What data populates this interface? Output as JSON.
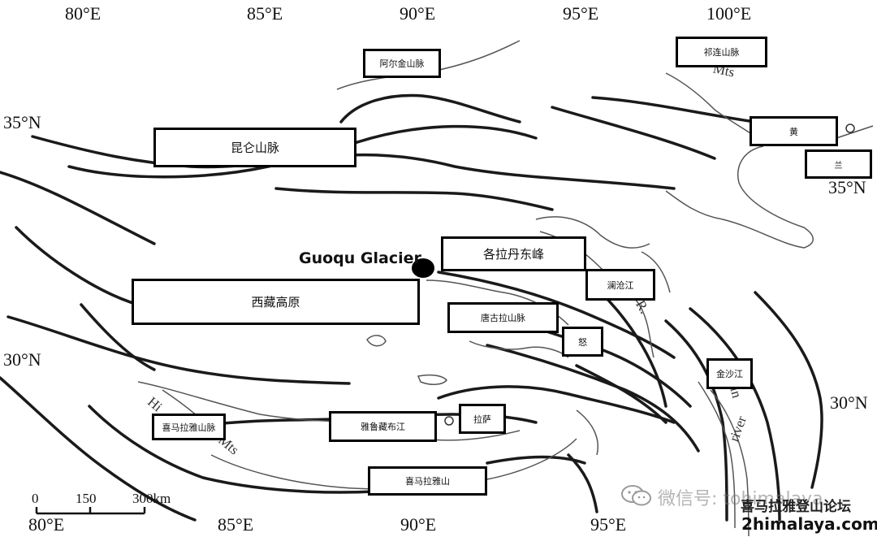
{
  "coordinates": {
    "top": [
      "80°E",
      "85°E",
      "90°E",
      "95°E",
      "100°E"
    ],
    "bottom": [
      "80°E",
      "85°E",
      "90°E",
      "95°E"
    ],
    "lat_left": [
      "35°N",
      "30°N"
    ],
    "lat_right": [
      "35°N",
      "30°N"
    ]
  },
  "labels": {
    "altun": "阿尔金山脉",
    "qilian": "祁连山脉",
    "kunlun": "昆仑山脉",
    "huang": "黄",
    "lan": "兰",
    "geladandong": "各拉丹东峰",
    "tibet_plateau": "西藏高原",
    "lancang": "澜沧江",
    "tanggula": "唐古拉山脉",
    "nu": "怒",
    "jinsha": "金沙江",
    "himalaya_range": "喜马拉雅山脉",
    "yarlung": "雅鲁藏布江",
    "lhasa": "拉萨",
    "himalaya_mt": "喜马拉雅山"
  },
  "map_text": {
    "glacier": "Guoqu Glacier",
    "mts": "Mts",
    "river_r": "R.",
    "river_word": "river",
    "jinsha_partial": "Jin",
    "himalaya_partial": "Hi",
    "himalaya_mts": "Mts"
  },
  "scale_bar": {
    "ticks": [
      "0",
      "150",
      "300km"
    ]
  },
  "watermark": {
    "wechat": "微信号: tohimalaya",
    "forum": "喜马拉雅登山论坛",
    "site": "2himalaya.com"
  },
  "colors": {
    "mountain_line": "#1a1a1a",
    "river_line": "#555555",
    "label_border": "#000000",
    "background": "#ffffff"
  },
  "icons": {
    "glacier_marker": "filled-circle",
    "lhasa_marker": "hollow-circle",
    "wechat_logo": "wechat-icon"
  }
}
